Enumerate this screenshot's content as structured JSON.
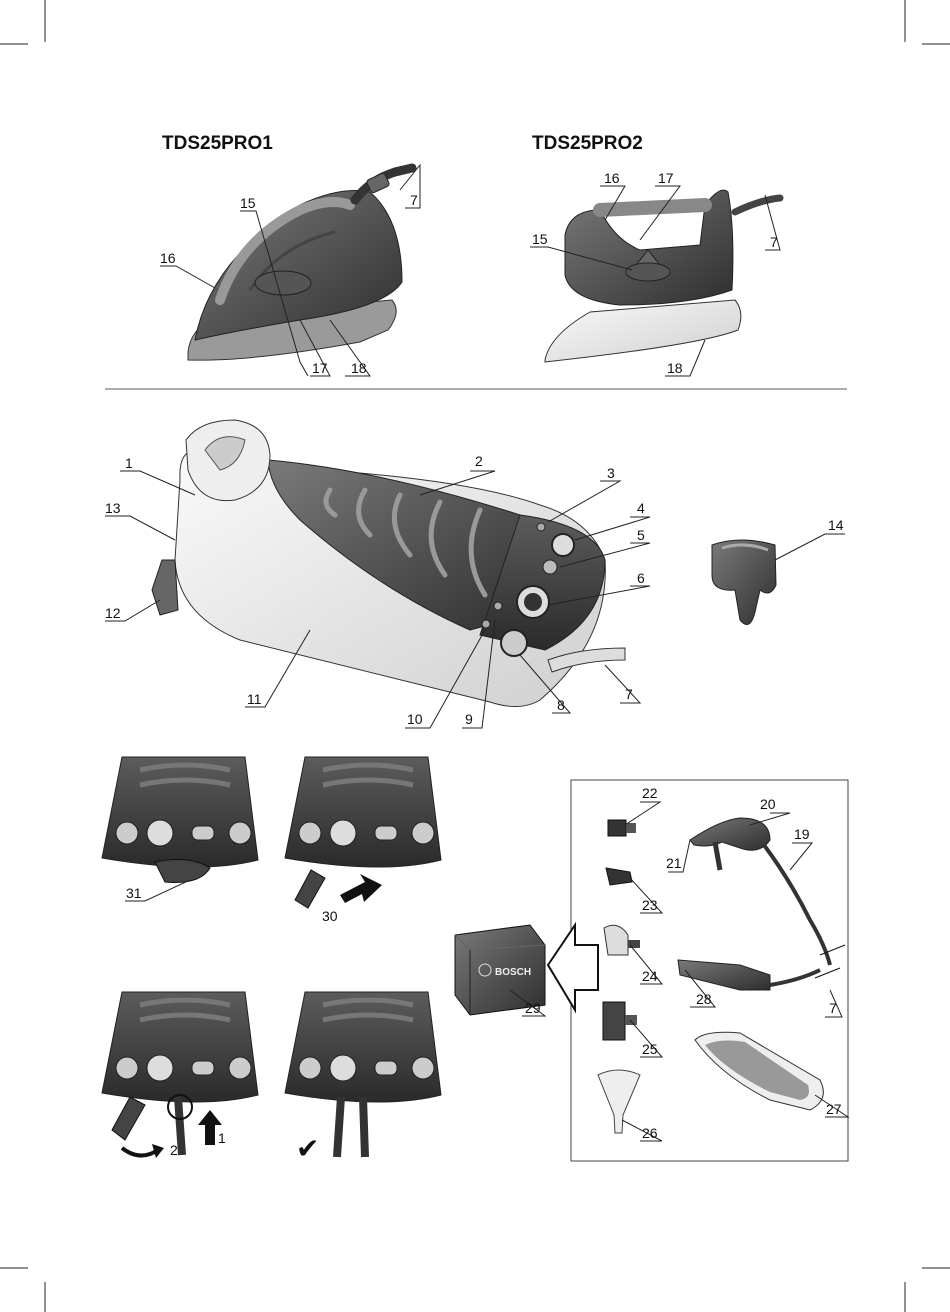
{
  "models": [
    {
      "name": "TDS25PRO1"
    },
    {
      "name": "TDS25PRO2"
    }
  ],
  "callouts": {
    "iron1": [
      "15",
      "16",
      "17",
      "18",
      "7"
    ],
    "iron2": [
      "16",
      "17",
      "15",
      "7",
      "18"
    ],
    "station": [
      "1",
      "2",
      "3",
      "4",
      "5",
      "6",
      "13",
      "12",
      "11",
      "10",
      "9",
      "8",
      "7"
    ],
    "clip": [
      "14"
    ],
    "steps": [
      "31",
      "30",
      "2",
      "1"
    ],
    "accessories": [
      "22",
      "20",
      "19",
      "21",
      "23",
      "24",
      "28",
      "7",
      "29",
      "25",
      "27",
      "26"
    ]
  },
  "case_brand": "BOSCH",
  "checkmark": "✔",
  "icons": [
    "arrow-right-icon",
    "arrow-up-icon",
    "curved-arrow-icon",
    "checkmark-icon",
    "hollow-arrow-left-icon"
  ]
}
